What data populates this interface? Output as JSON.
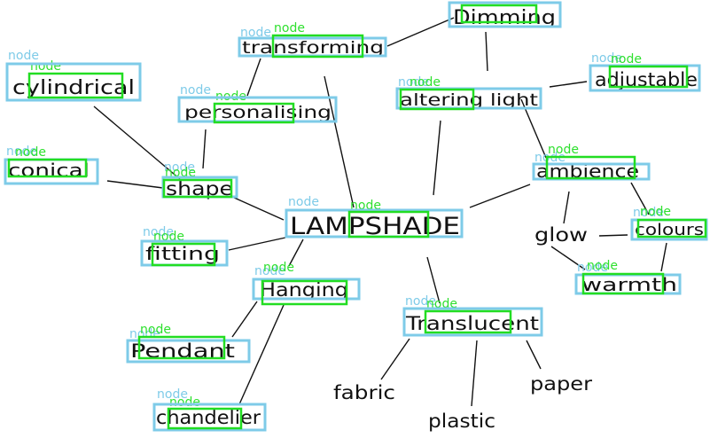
{
  "tag_blue": "node",
  "tag_green": "node",
  "colors": {
    "blue_box": "#7ecbe8",
    "green_box": "#22dd22",
    "ink": "#111111"
  },
  "nodes": {
    "dimming": "Dimming",
    "transforming": "transforming",
    "cylindrical": "cylindrical",
    "personalising": "personalising",
    "altering_light": "altering light",
    "adjustable": "adjustable",
    "conical": "conical",
    "shape": "shape",
    "ambience": "ambience",
    "lampshade": "LAMPSHADE",
    "colours": "colours",
    "fitting": "fitting",
    "hanging": "Hanging",
    "warmth": "warmth",
    "translucent": "Translucent",
    "pendant": "Pendant",
    "chandelier": "chandelier"
  },
  "free_words": {
    "glow": "glow",
    "fabric": "fabric",
    "paper": "paper",
    "plastic": "plastic"
  }
}
